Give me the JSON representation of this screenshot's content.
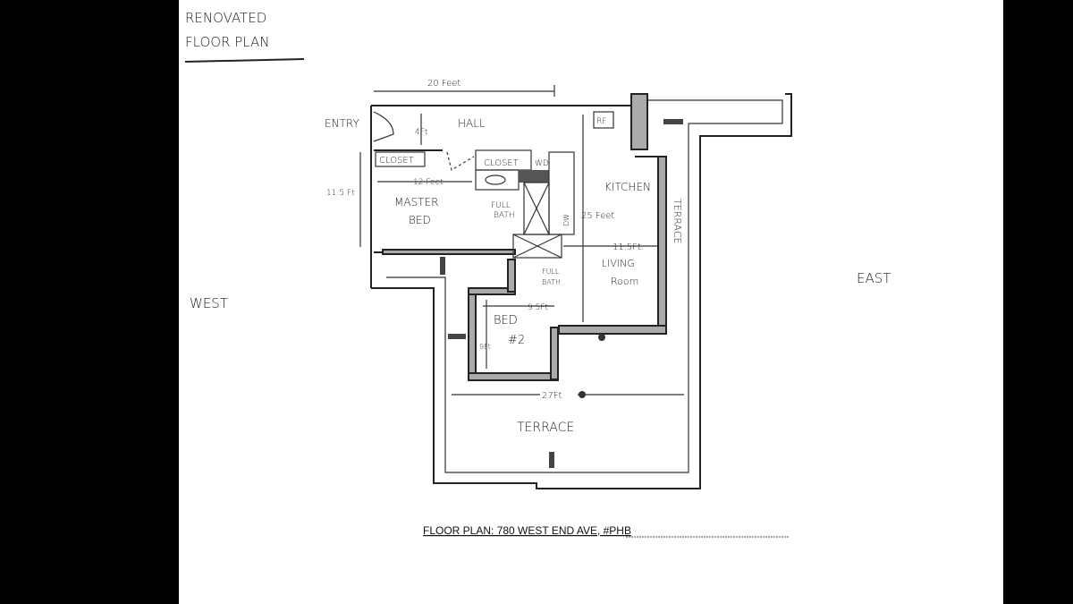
{
  "header": {
    "line1": "RENOVATED",
    "line2": "FLOOR PLAN"
  },
  "directions": {
    "west": "WEST",
    "east": "EAST"
  },
  "dimensions": {
    "width_top": "20 Feet",
    "hall_depth": "4Ft",
    "master_width": "12 Feet",
    "master_depth": "11.5 Ft",
    "living_depth": "25 Feet",
    "living_width": "11.5Ft.",
    "bed2_width": "9.5Ft",
    "bed2_depth": "9Ft",
    "terrace_width": "27Ft"
  },
  "rooms": {
    "entry": "ENTRY",
    "hall": "HALL",
    "closet1": "CLOSET",
    "closet2": "CLOSET",
    "wd": "WD",
    "rf": "RF",
    "dw": "DW",
    "master_1": "MASTER",
    "master_2": "BED",
    "bath1_1": "FULL",
    "bath1_2": "BATH",
    "kitchen": "KITCHEN",
    "terrace_side": "TERRACE",
    "living_1": "LIVING",
    "living_2": "Room",
    "bath2_1": "FULL",
    "bath2_2": "BATH",
    "bed2_1": "BED",
    "bed2_2": "#2",
    "terrace": "TERRACE"
  },
  "caption": "FLOOR PLAN: 780 WEST END AVE, #PHB"
}
